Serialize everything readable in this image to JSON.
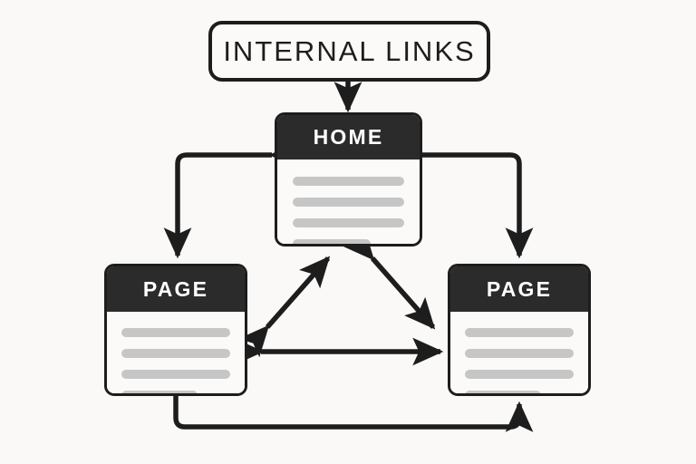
{
  "diagram": {
    "title": "INTERNAL LINKS",
    "background_color": "#faf9f7",
    "line_color": "#1d1d1d",
    "header_color": "#2b2b2b",
    "bar_color": "#c6c6c6",
    "nodes": [
      {
        "id": "home",
        "label": "HOME",
        "content_bars": 4
      },
      {
        "id": "page-left",
        "label": "PAGE",
        "content_bars": 4
      },
      {
        "id": "page-right",
        "label": "PAGE",
        "content_bars": 4
      }
    ],
    "connections": [
      {
        "id": "title-to-home",
        "from": "INTERNAL LINKS",
        "to": "HOME",
        "style": "straight",
        "arrows": "one-way"
      },
      {
        "id": "home-to-page-left",
        "from": "HOME",
        "to": "PAGE",
        "style": "elbow",
        "arrows": "two-heads"
      },
      {
        "id": "home-to-page-right",
        "from": "HOME",
        "to": "PAGE",
        "style": "elbow",
        "arrows": "one-way"
      },
      {
        "id": "page-left-to-right",
        "from": "PAGE",
        "to": "PAGE",
        "style": "elbow",
        "arrows": "one-way"
      },
      {
        "id": "home-page-left-link",
        "from": "HOME",
        "to": "PAGE",
        "style": "diagonal",
        "arrows": "double"
      },
      {
        "id": "home-page-right-link",
        "from": "HOME",
        "to": "PAGE",
        "style": "diagonal",
        "arrows": "double"
      },
      {
        "id": "page-page-link",
        "from": "PAGE",
        "to": "PAGE",
        "style": "horizontal",
        "arrows": "double"
      }
    ]
  }
}
